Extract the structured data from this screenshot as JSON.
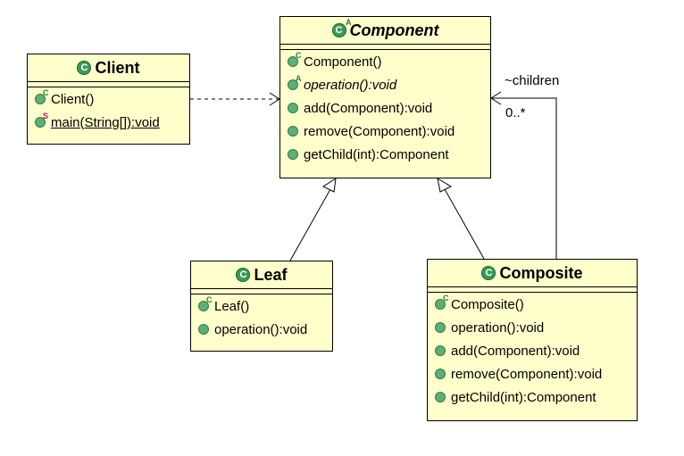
{
  "classes": {
    "client": {
      "name": "Client",
      "members": [
        {
          "text": "Client()",
          "modifier": "C"
        },
        {
          "text": "main(String[]):void",
          "modifier": "S"
        }
      ]
    },
    "component": {
      "name": "Component",
      "icon_modifier": "A",
      "members": [
        {
          "text": "Component()",
          "modifier": "C"
        },
        {
          "text": "operation():void",
          "modifier": "A"
        },
        {
          "text": "add(Component):void",
          "modifier": ""
        },
        {
          "text": "remove(Component):void",
          "modifier": ""
        },
        {
          "text": "getChild(int):Component",
          "modifier": ""
        }
      ]
    },
    "leaf": {
      "name": "Leaf",
      "members": [
        {
          "text": "Leaf()",
          "modifier": "C"
        },
        {
          "text": "operation():void",
          "modifier": ""
        }
      ]
    },
    "composite": {
      "name": "Composite",
      "members": [
        {
          "text": "Composite()",
          "modifier": "C"
        },
        {
          "text": "operation():void",
          "modifier": ""
        },
        {
          "text": "add(Component):void",
          "modifier": ""
        },
        {
          "text": "remove(Component):void",
          "modifier": ""
        },
        {
          "text": "getChild(int):Component",
          "modifier": ""
        }
      ]
    }
  },
  "association": {
    "role": "~children",
    "multiplicity": "0..*"
  },
  "icons": {
    "class_icon_letter": "C"
  },
  "colors": {
    "class_fill": "#ffffcc",
    "icon_green": "#3b9a5a",
    "static_modifier": "#b4185b"
  }
}
